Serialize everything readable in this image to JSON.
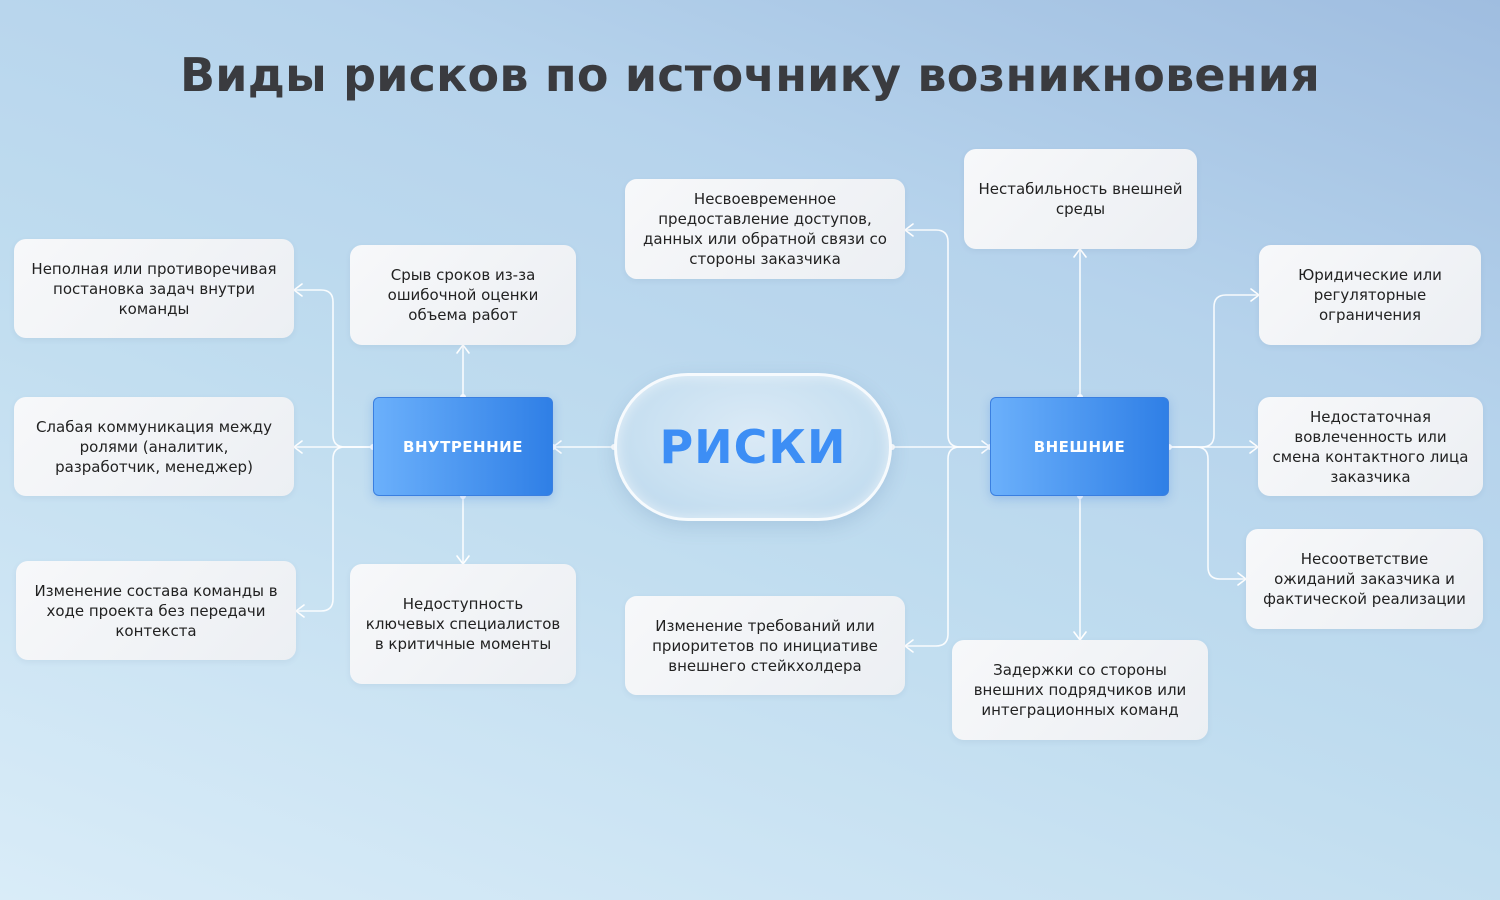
{
  "title": "Виды рисков по источнику возникновения",
  "center": {
    "label": "РИСКИ"
  },
  "internal": {
    "label": "ВНУТРЕННИЕ",
    "items": [
      "Неполная или противоречивая постановка задач внутри команды",
      "Слабая коммуникация между ролями (аналитик, разработчик, менеджер)",
      "Изменение состава команды в ходе проекта без передачи контекста",
      "Срыв сроков из-за ошибочной оценки объема работ",
      "Недоступность ключевых специалистов в критичные моменты"
    ]
  },
  "external": {
    "label": "ВНЕШНИЕ",
    "items": [
      "Несвоевременное предоставление доступов, данных или обратной связи со стороны заказчика",
      "Изменение требований или приоритетов по инициативе внешнего стейкхолдера",
      "Нестабильность внешней среды",
      "Задержки со стороны внешних подрядчиков или интеграционных команд",
      "Юридические или регуляторные ограничения",
      "Недостаточная вовлеченность или смена контактного лица заказчика",
      "Несоответствие ожиданий заказчика и фактической реализации"
    ]
  }
}
